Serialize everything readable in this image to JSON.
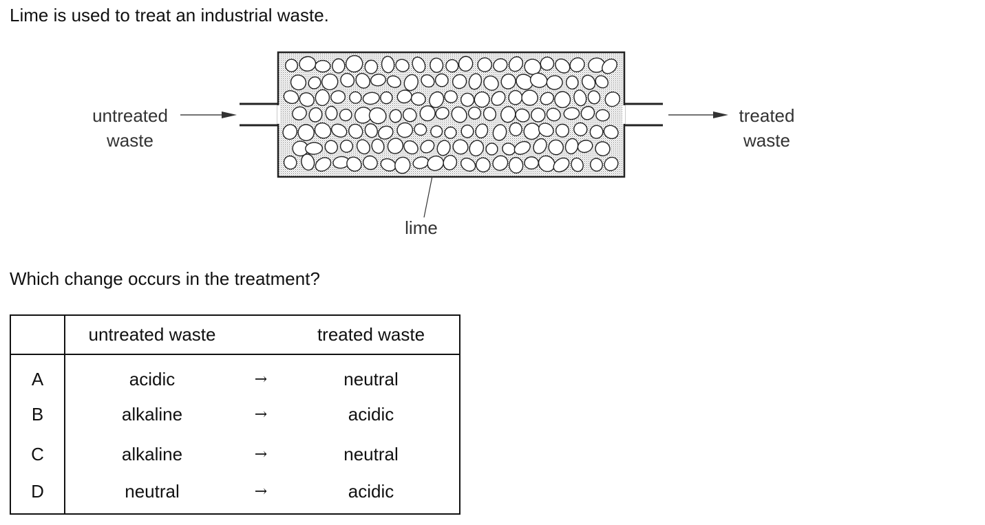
{
  "intro": "Lime is used to treat an industrial waste.",
  "diagram": {
    "untreated_label": [
      "untreated",
      "waste"
    ],
    "treated_label": [
      "treated",
      "waste"
    ],
    "lime_label": "lime"
  },
  "question": "Which change occurs in the treatment?",
  "table": {
    "headers": {
      "key": "",
      "untreated": "untreated waste",
      "arrow": "",
      "treated": "treated waste"
    },
    "rows": [
      {
        "key": "A",
        "untreated": "acidic",
        "arrow": "→",
        "treated": "neutral"
      },
      {
        "key": "B",
        "untreated": "alkaline",
        "arrow": "→",
        "treated": "acidic"
      },
      {
        "key": "C",
        "untreated": "alkaline",
        "arrow": "→",
        "treated": "neutral"
      },
      {
        "key": "D",
        "untreated": "neutral",
        "arrow": "→",
        "treated": "acidic"
      }
    ]
  }
}
